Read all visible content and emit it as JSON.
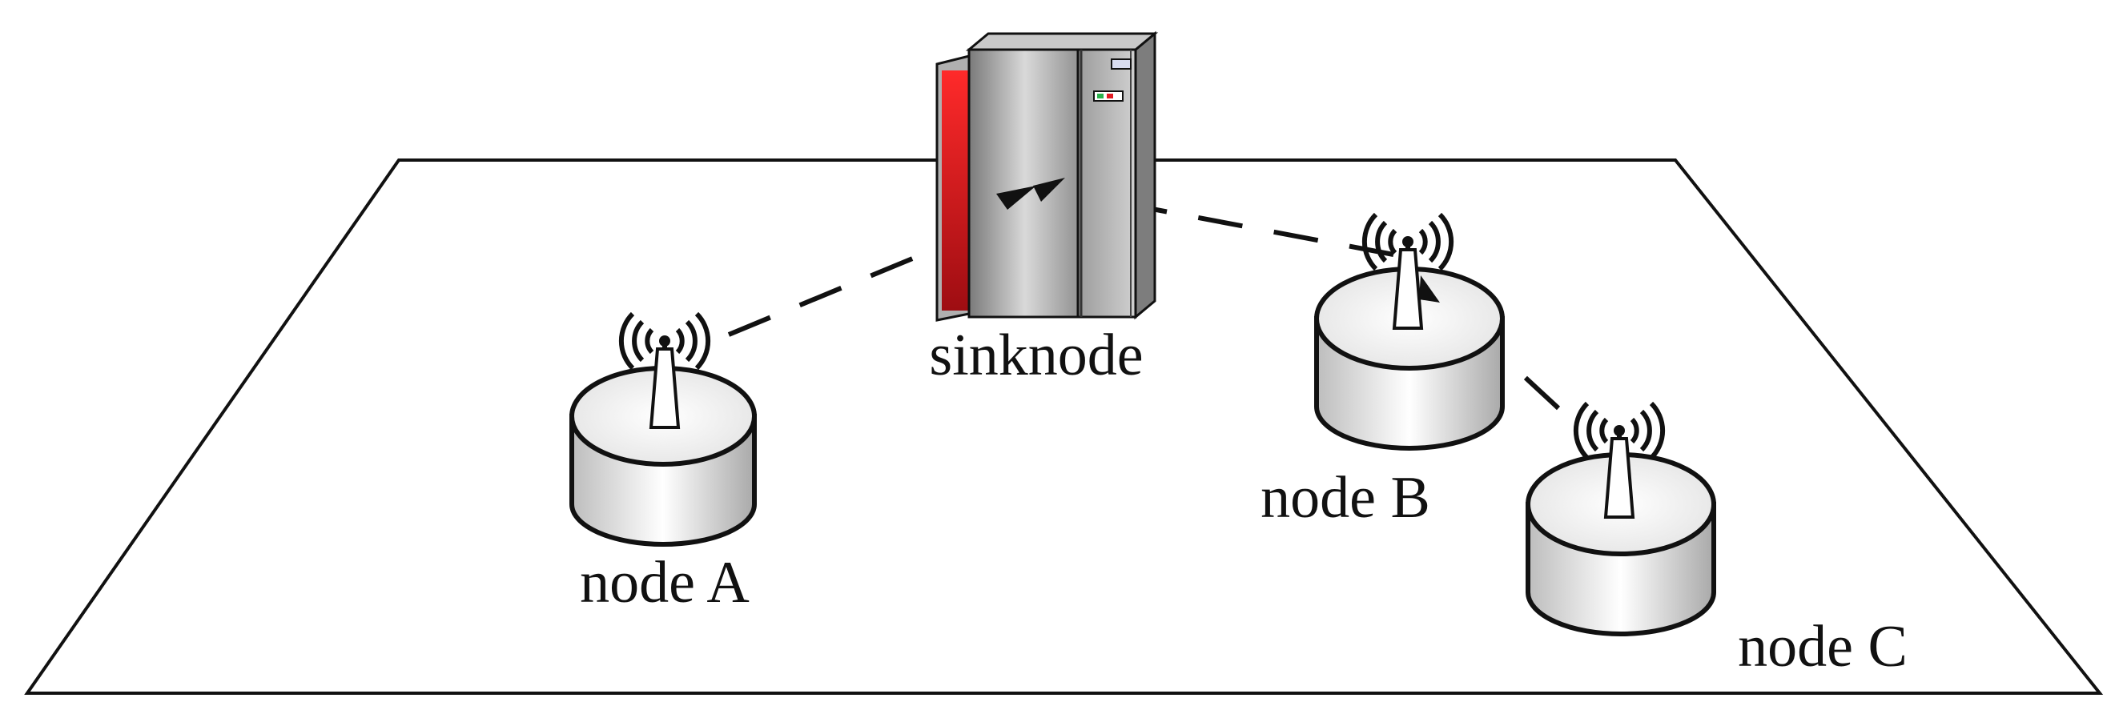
{
  "labels": {
    "sink": "sinknode",
    "node_a": "node A",
    "node_b": "node B",
    "node_c": "node C"
  },
  "colors": {
    "outline": "#111111",
    "server_red": "#e21b23",
    "server_grey": "#9a9a9a",
    "node_fill": "#e8e8e8"
  },
  "icons": {
    "sink": "server-rack-icon",
    "node": "wireless-antenna-icon"
  }
}
